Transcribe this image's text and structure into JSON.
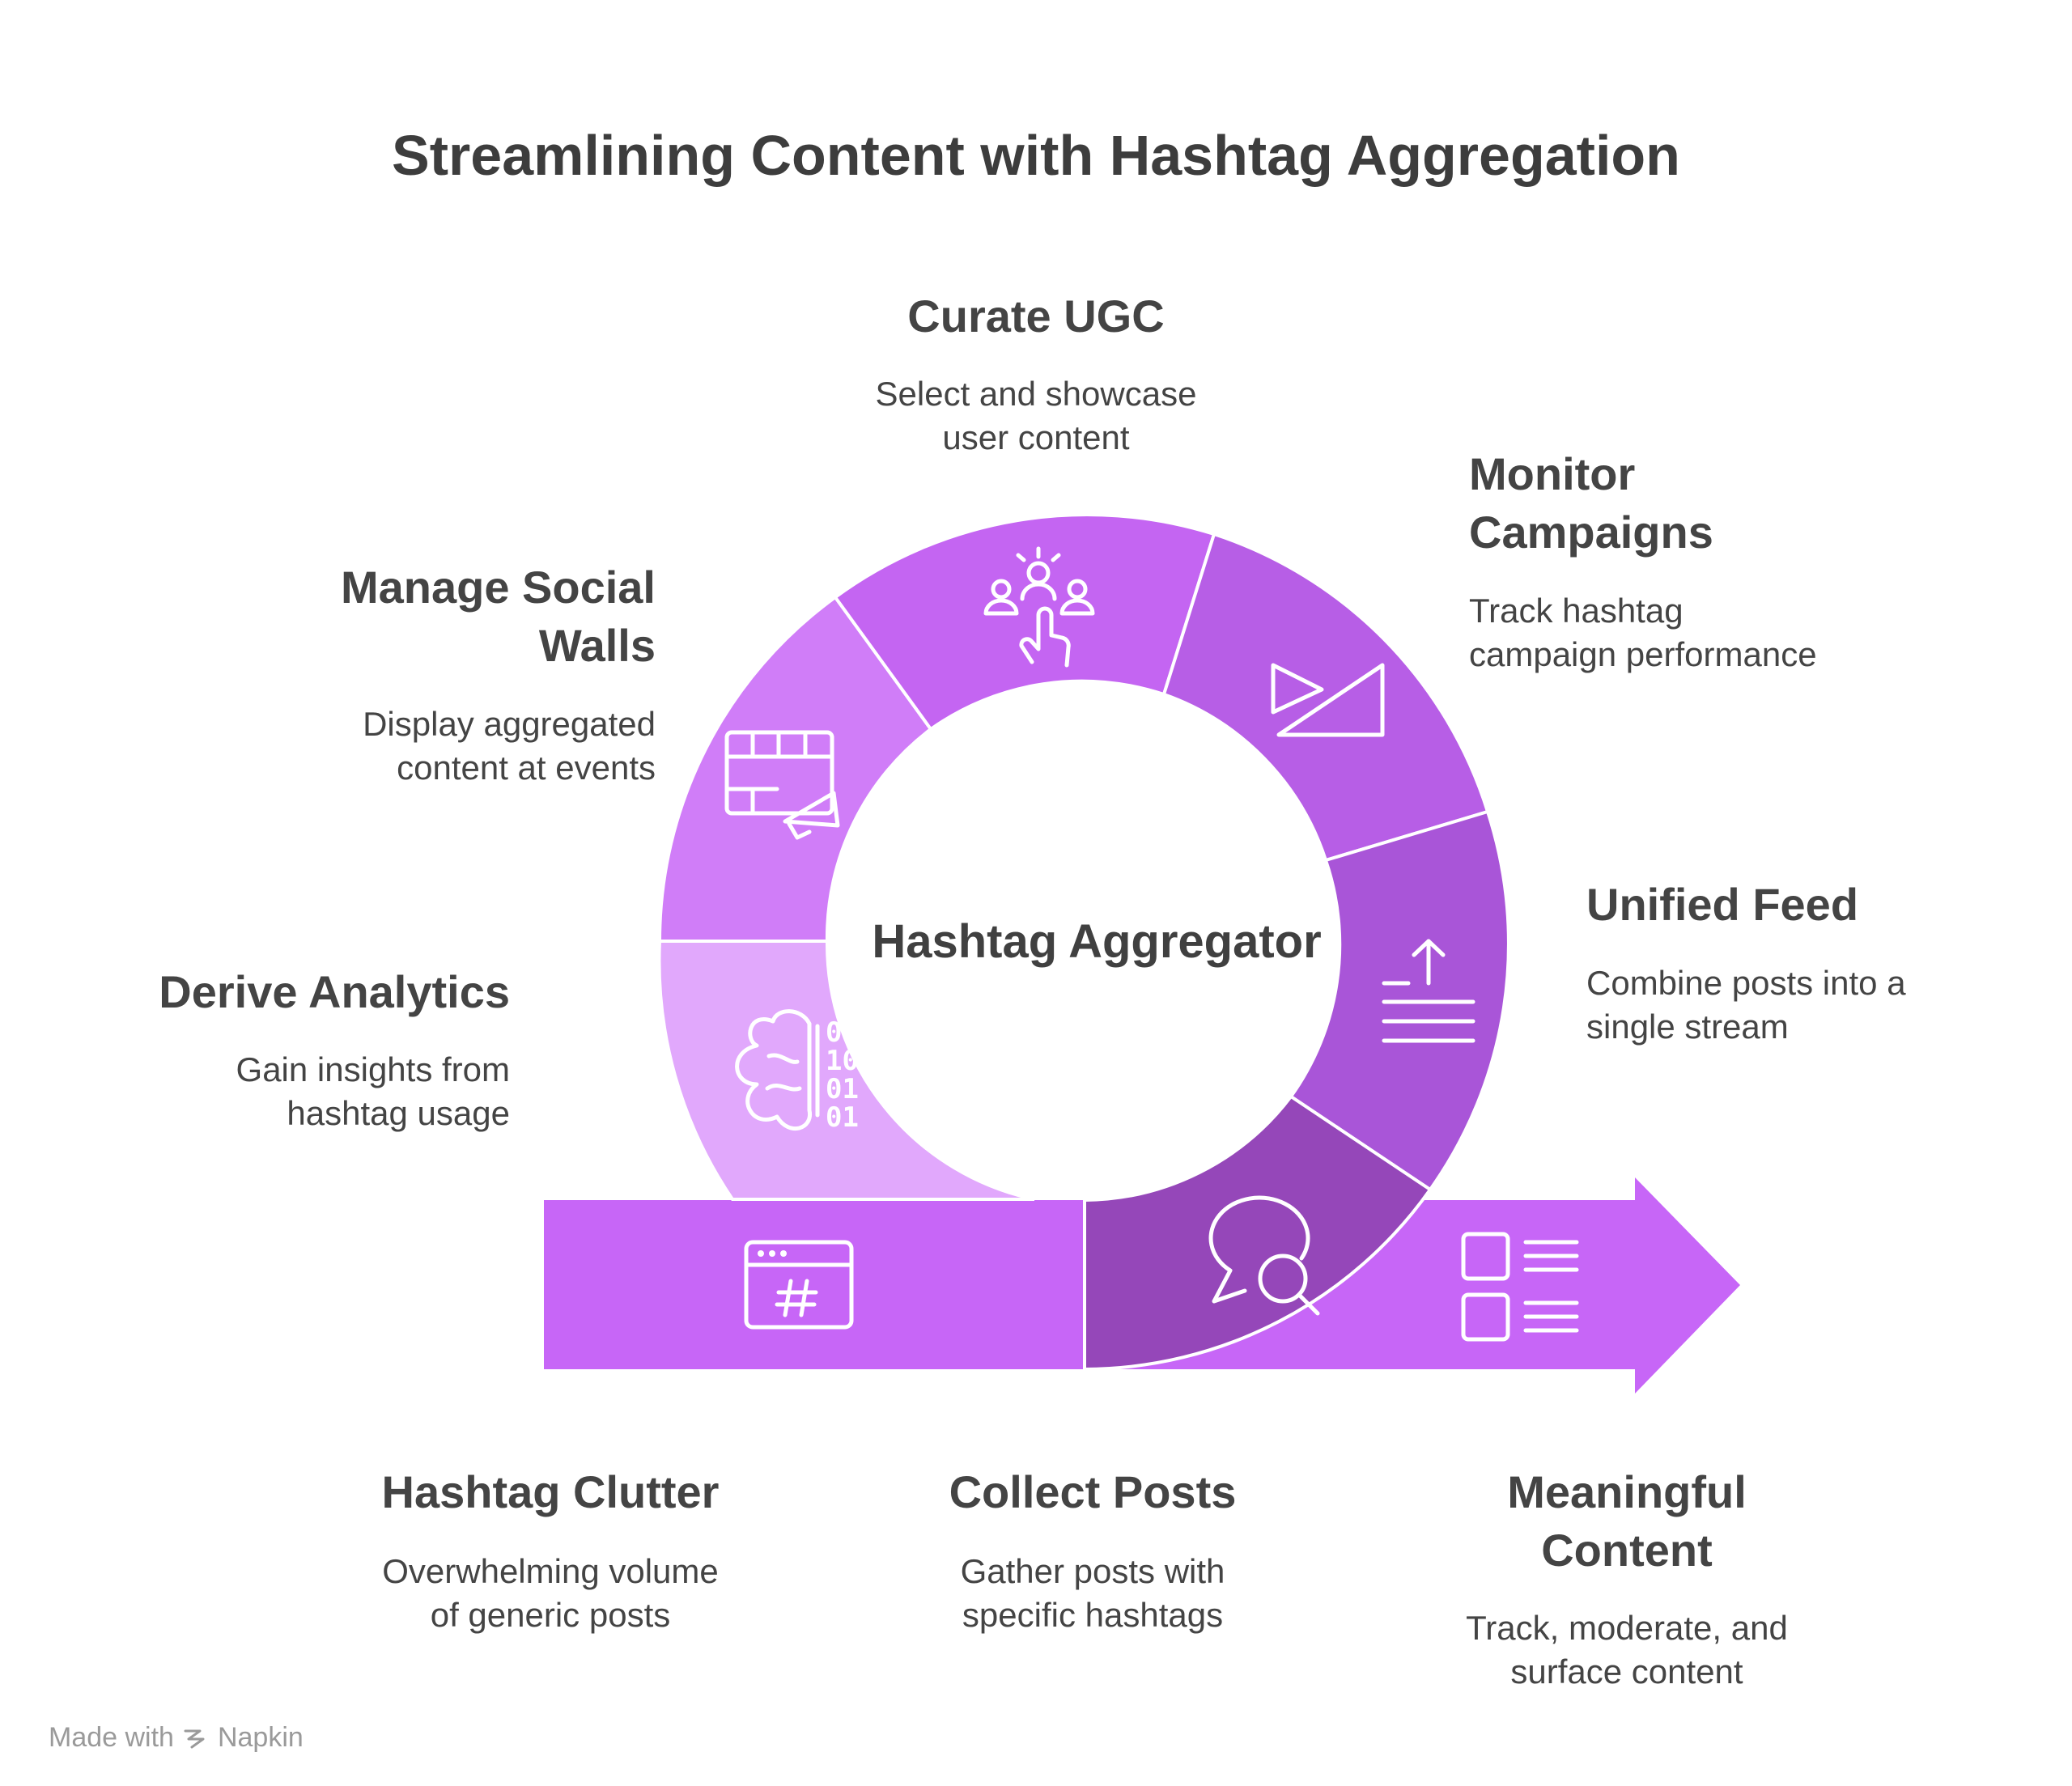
{
  "title": "Streamlining Content with Hashtag Aggregation",
  "center": "Hashtag Aggregator",
  "ring": [
    {
      "id": "manage",
      "title_lines": [
        "Manage Social",
        "Walls"
      ],
      "desc_lines": [
        "Display aggregated",
        "content at events"
      ],
      "color": "#d07df8",
      "icon": "social-wall-megaphone-icon"
    },
    {
      "id": "curate",
      "title_lines": [
        "Curate UGC"
      ],
      "desc_lines": [
        "Select and showcase",
        "user content"
      ],
      "color": "#c465f2",
      "icon": "select-people-pointer-icon"
    },
    {
      "id": "monitor",
      "title_lines": [
        "Monitor",
        "Campaigns"
      ],
      "desc_lines": [
        "Track hashtag",
        "campaign performance"
      ],
      "color": "#b75ee6",
      "icon": "chart-triangle-icon"
    },
    {
      "id": "unified",
      "title_lines": [
        "Unified Feed"
      ],
      "desc_lines": [
        "Combine posts into a",
        "single stream"
      ],
      "color": "#a955d8",
      "icon": "upload-stream-icon"
    },
    {
      "id": "analytics",
      "title_lines": [
        "Derive Analytics"
      ],
      "desc_lines": [
        "Gain insights from",
        "hashtag usage"
      ],
      "color": "#e1a8fc",
      "icon": "brain-binary-icon"
    }
  ],
  "flow": [
    {
      "id": "clutter",
      "title_lines": [
        "Hashtag Clutter"
      ],
      "desc_lines": [
        "Overwhelming volume",
        "of generic posts"
      ],
      "color": "#c766f7",
      "icon": "hashtag-window-icon"
    },
    {
      "id": "collect",
      "title_lines": [
        "Collect Posts"
      ],
      "desc_lines": [
        "Gather posts with",
        "specific hashtags"
      ],
      "color": "#9547b9",
      "icon": "search-chat-icon"
    },
    {
      "id": "meaningful",
      "title_lines": [
        "Meaningful",
        "Content"
      ],
      "desc_lines": [
        "Track, moderate, and",
        "surface content"
      ],
      "color": "#c766f7",
      "icon": "checklist-icon"
    }
  ],
  "footer": {
    "made_with": "Made with",
    "brand": "Napkin"
  }
}
